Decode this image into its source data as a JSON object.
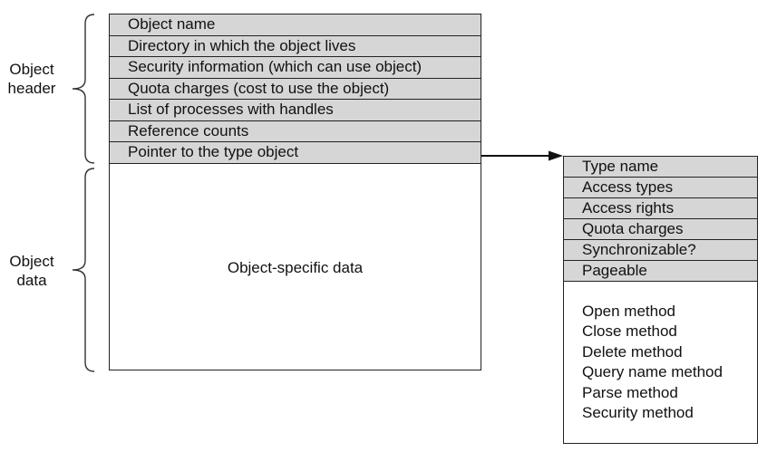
{
  "side_labels": {
    "object_header": [
      "Object",
      "header"
    ],
    "object_data": [
      "Object",
      "data"
    ]
  },
  "object_header_fields": [
    "Object name",
    "Directory in which the object lives",
    "Security information (which can use object)",
    "Quota charges (cost to use the object)",
    "List of processes with handles",
    "Reference counts",
    "Pointer to the type object"
  ],
  "object_data_label": "Object-specific data",
  "type_object_fields": [
    "Type name",
    "Access types",
    "Access rights",
    "Quota charges",
    "Synchronizable?",
    "Pageable"
  ],
  "type_object_methods": [
    "Open method",
    "Close method",
    "Delete method",
    "Query name method",
    "Parse method",
    "Security method"
  ],
  "colors": {
    "field_fill": "#d6d6d6",
    "stroke": "#222222"
  }
}
